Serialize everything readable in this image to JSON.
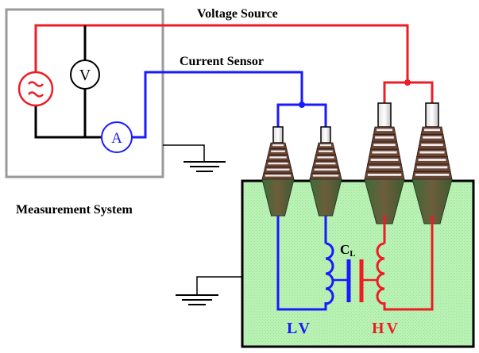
{
  "labels": {
    "voltage_source": "Voltage Source",
    "current_sensor": "Current Sensor",
    "measurement_system": "Measurement System",
    "voltmeter": "V",
    "ammeter": "A",
    "ac_source": "~",
    "capacitance_main": "C",
    "capacitance_sub": "L",
    "lv": "LV",
    "hv": "HV"
  },
  "colors": {
    "voltage_wire": "#ee1c25",
    "current_wire": "#1a1aff",
    "ground_wire": "#000000",
    "tank_fill": "#b9f2b4",
    "frame": "#9a9a9a",
    "bushing_dark": "#6a4434",
    "bushing_light": "#ffffff"
  }
}
